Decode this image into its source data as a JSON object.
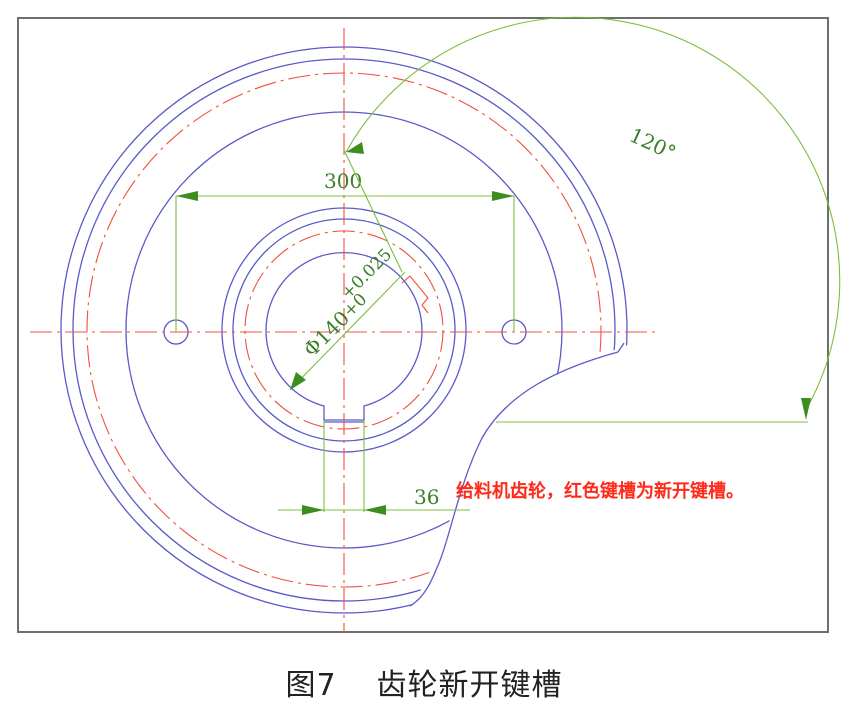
{
  "figure": {
    "caption_number": "图7",
    "caption_title": "齿轮新开键槽"
  },
  "drawing": {
    "dimensions": {
      "bolt_spacing": "300",
      "bore_diameter": "Φ140",
      "bore_tolerance_upper": "+0.025",
      "bore_tolerance_lower": "+0",
      "keyway_width": "36",
      "angle": "120°"
    },
    "note": "给料机齿轮，红色键槽为新开键槽。",
    "colors": {
      "outline": "#5a5ac8",
      "centerline": "#f0503c",
      "dimension": "#3c7d28",
      "note": "#ff2a1a",
      "frame": "#6e6e6e"
    }
  }
}
